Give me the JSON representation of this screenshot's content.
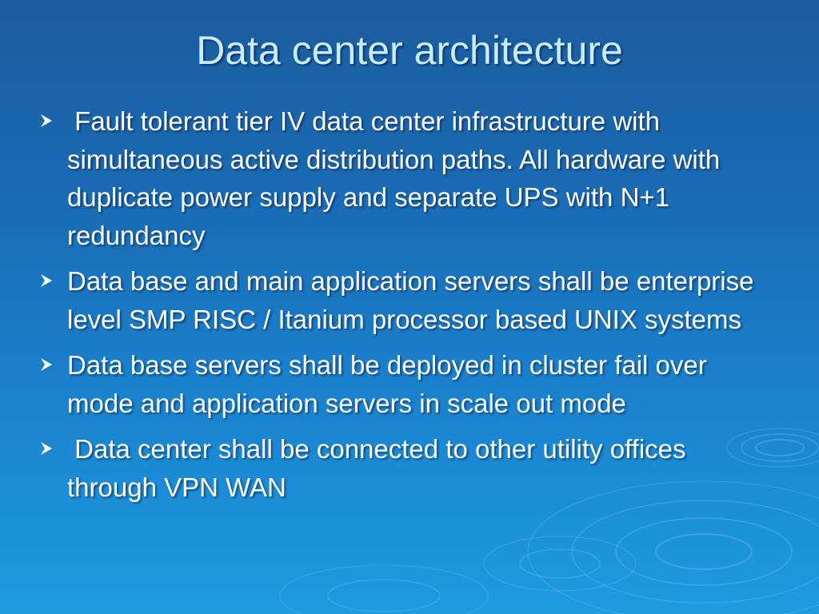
{
  "slide": {
    "title": "Data center architecture",
    "bullets": [
      {
        "text": " Fault tolerant tier IV data center infrastructure with simultaneous active distribution paths. All hardware with duplicate power supply  and separate UPS with N+1 redundancy",
        "icon": "arrowhead-bullet-icon"
      },
      {
        "text": "Data base and main application servers shall be enterprise level SMP RISC / Itanium processor based UNIX systems",
        "icon": "arrowhead-bullet-icon"
      },
      {
        "text": "Data base servers shall be deployed in cluster fail over mode and application servers in scale out mode",
        "icon": "arrowhead-bullet-icon"
      },
      {
        "text": " Data center shall be connected to other utility offices through VPN WAN",
        "icon": "arrowhead-bullet-icon"
      }
    ]
  },
  "colors": {
    "background_top": "#1b5c9e",
    "background_bottom": "#1f9ae3",
    "title_text": "#c9ecff",
    "body_text": "#ffffff",
    "bullet_arrow": "#ffffff"
  }
}
